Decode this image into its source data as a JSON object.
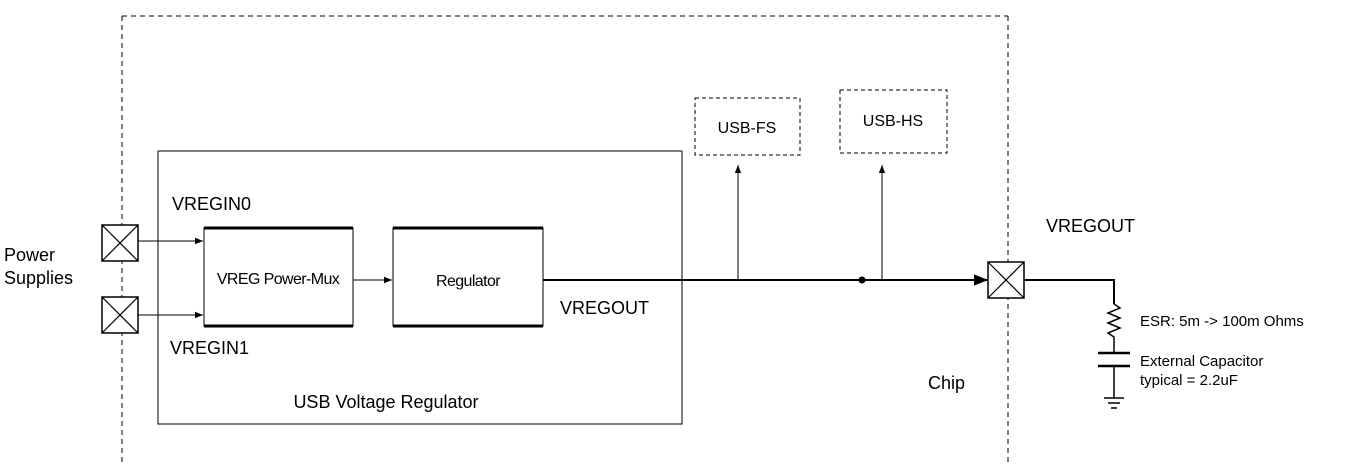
{
  "labels": {
    "power_supplies_line1": "Power",
    "power_supplies_line2": "Supplies",
    "vregin0": "VREGIN0",
    "vregin1": "VREGIN1",
    "power_mux": "VREG Power-Mux",
    "regulator": "Regulator",
    "vregout_inner": "VREGOUT",
    "vregout_outer": "VREGOUT",
    "usb_fs": "USB-FS",
    "usb_hs": "USB-HS",
    "usb_voltage_regulator": "USB Voltage Regulator",
    "chip": "Chip",
    "esr": "ESR: 5m -> 100m Ohms",
    "ext_cap_line1": "External Capacitor",
    "ext_cap_line2": "typical = 2.2uF"
  },
  "colors": {
    "line": "#000000",
    "background": "#ffffff"
  }
}
